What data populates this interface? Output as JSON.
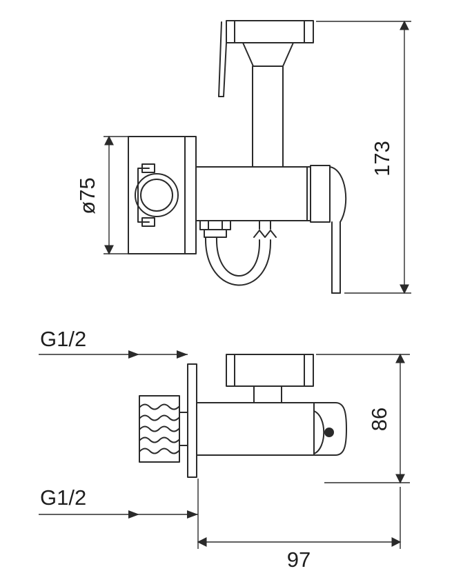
{
  "drawing": {
    "kind": "technical-dimension-drawing",
    "labels": {
      "diameter": "ø75",
      "overall_height": "173",
      "inlet_thread": "G1/2",
      "outlet_thread": "G1/2",
      "body_depth": "86",
      "body_width": "97"
    },
    "colors": {
      "line": "#2a2a2a",
      "background": "#ffffff",
      "text": "#1e1e1e"
    }
  }
}
